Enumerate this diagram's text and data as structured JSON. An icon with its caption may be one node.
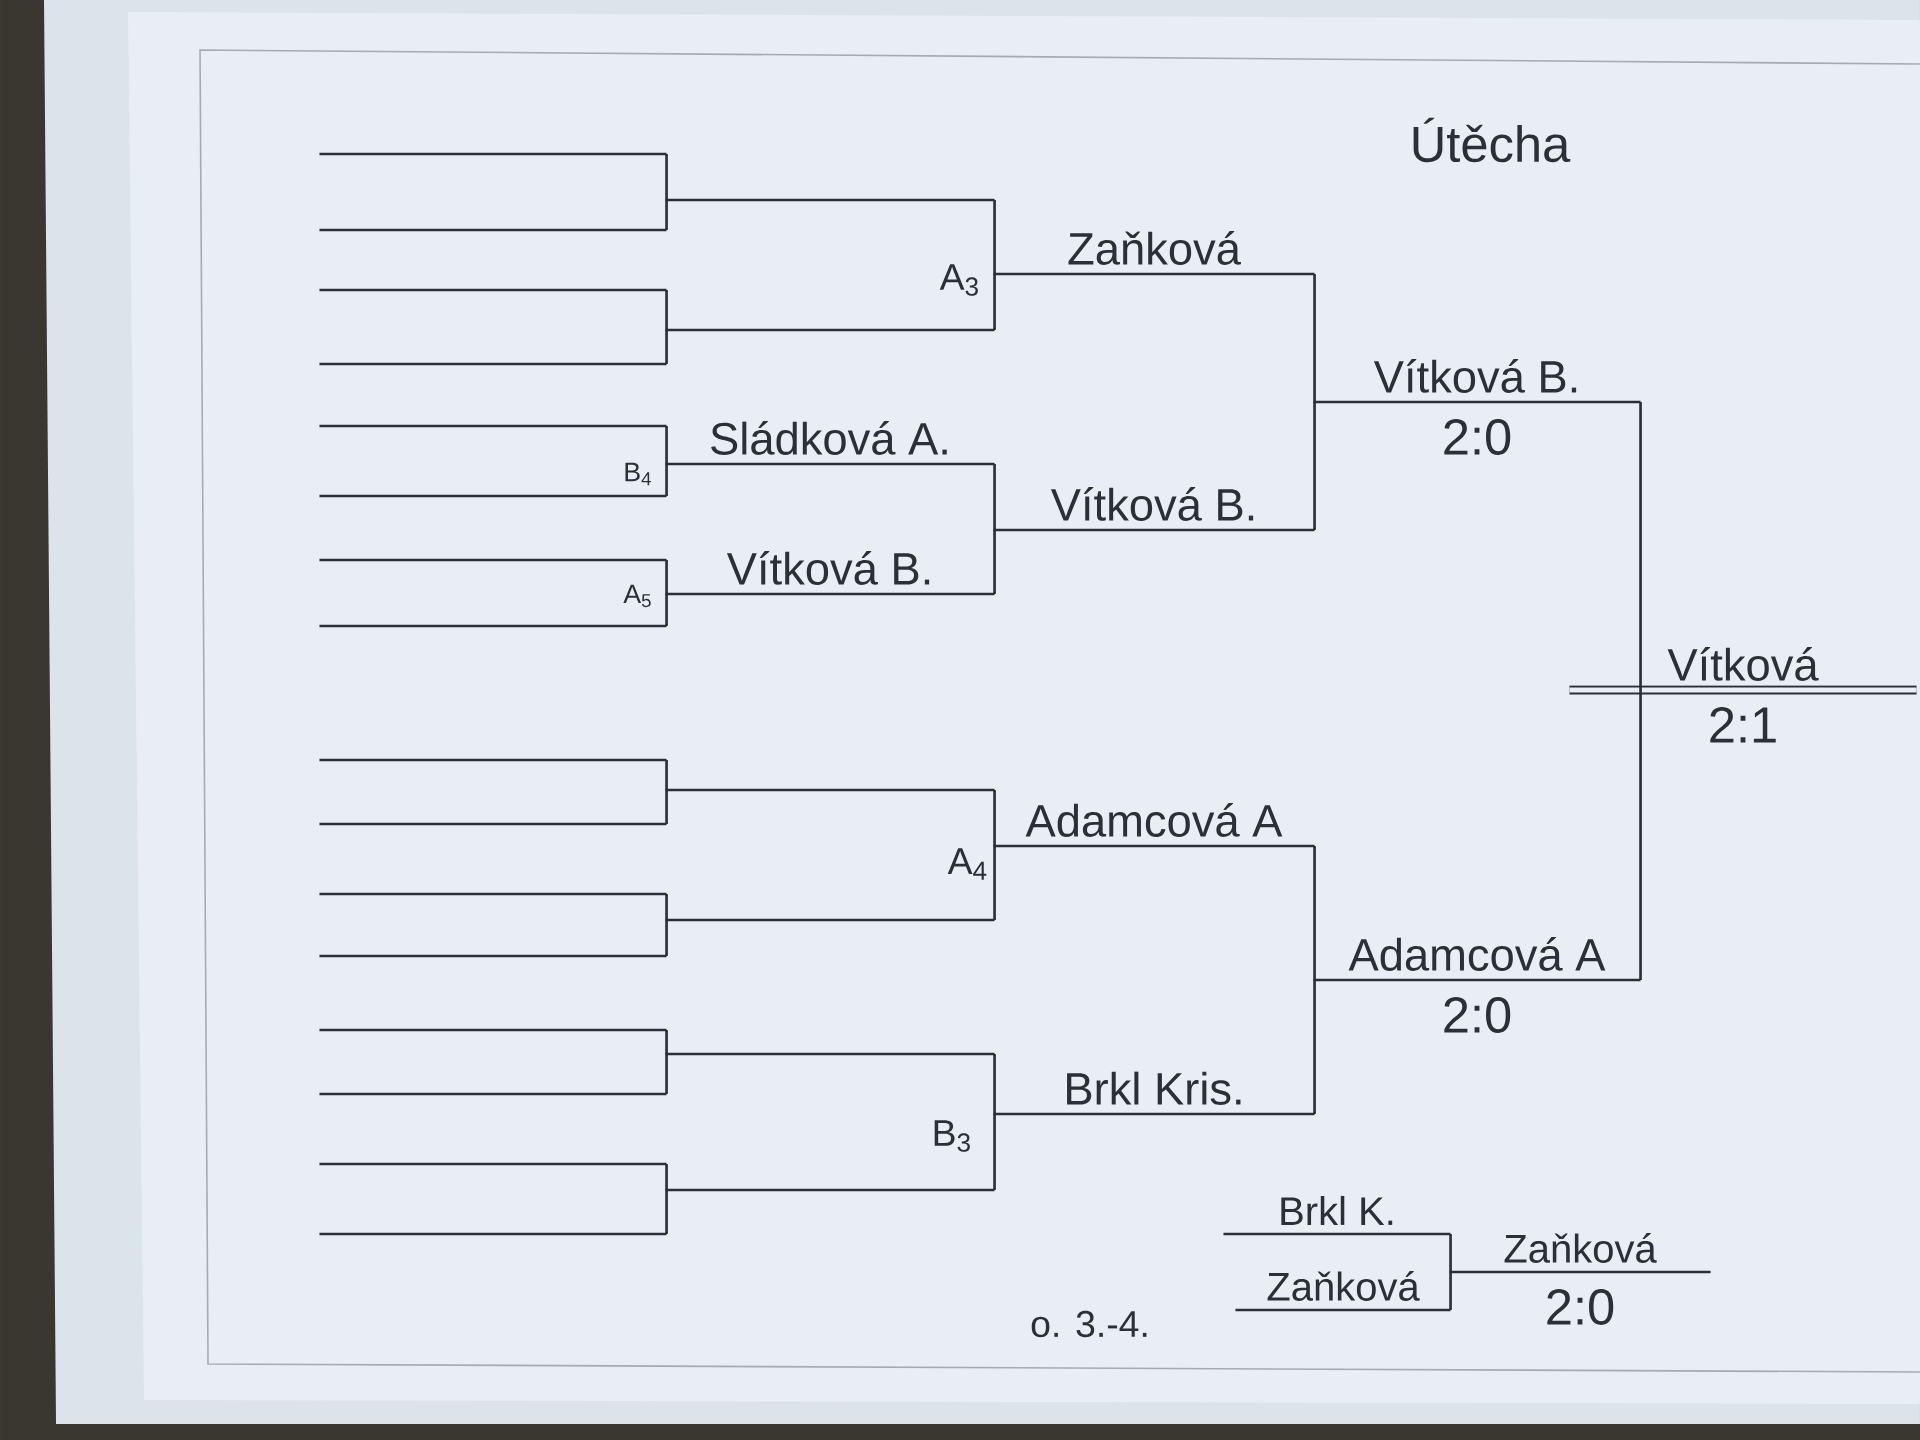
{
  "diagram": {
    "title": "Útěcha",
    "nodes": [
      {
        "text": [],
        "shape": "line"
      },
      {
        "text": [],
        "shape": "line"
      },
      {
        "text": [],
        "shape": "line"
      },
      {
        "text": [],
        "shape": "line"
      },
      {
        "text": [],
        "shape": "line"
      },
      {
        "text": [],
        "shape": "line"
      },
      {
        "text": [],
        "shape": "line"
      },
      {
        "text": [],
        "shape": "line"
      },
      {
        "text": [],
        "shape": "line"
      },
      {
        "text": [],
        "shape": "line"
      },
      {
        "text": [],
        "shape": "line"
      },
      {
        "text": [],
        "shape": "line"
      },
      {
        "text": [],
        "shape": "line"
      },
      {
        "text": [],
        "shape": "line"
      },
      {
        "text": [],
        "shape": "line"
      },
      {
        "text": [],
        "shape": "line"
      },
      {
        "text": [],
        "shape": "line"
      },
      {
        "text": [],
        "shape": "line"
      },
      {
        "text": [
          "Sládková A."
        ]
      },
      {
        "text": [
          "Vítková B."
        ]
      },
      {
        "text": [],
        "shape": "line"
      },
      {
        "text": [],
        "shape": "line"
      },
      {
        "text": [],
        "shape": "line"
      },
      {
        "text": [],
        "shape": "line"
      },
      {
        "text": [
          "Zaňková"
        ]
      },
      {
        "text": [
          "Vítková B."
        ]
      },
      {
        "text": [
          "Adamcová A"
        ]
      },
      {
        "text": [
          "Brkl Kris."
        ]
      },
      {
        "text": [
          "Vítková B.",
          "2:0"
        ]
      },
      {
        "text": [
          "Adamcová A",
          "2:0"
        ]
      },
      {
        "text": [
          "Vítková",
          "2:1"
        ]
      },
      {
        "text": [
          "Brkl K."
        ]
      },
      {
        "text": [
          "Zaňková"
        ]
      },
      {
        "text": [
          "Zaňková",
          "2:0"
        ]
      }
    ],
    "edges": [
      {
        "from": 0,
        "to": 16,
        "arrow": "none"
      },
      {
        "from": 1,
        "to": 16,
        "arrow": "none"
      },
      {
        "from": 2,
        "to": 17,
        "arrow": "none"
      },
      {
        "from": 3,
        "to": 17,
        "arrow": "none"
      },
      {
        "from": 4,
        "to": 18,
        "arrow": "none"
      },
      {
        "from": 5,
        "to": 18,
        "arrow": "none"
      },
      {
        "from": 6,
        "to": 19,
        "arrow": "none"
      },
      {
        "from": 7,
        "to": 19,
        "arrow": "none"
      },
      {
        "from": 8,
        "to": 20,
        "arrow": "none"
      },
      {
        "from": 9,
        "to": 20,
        "arrow": "none"
      },
      {
        "from": 10,
        "to": 21,
        "arrow": "none"
      },
      {
        "from": 11,
        "to": 21,
        "arrow": "none"
      },
      {
        "from": 12,
        "to": 22,
        "arrow": "none"
      },
      {
        "from": 13,
        "to": 22,
        "arrow": "none"
      },
      {
        "from": 14,
        "to": 23,
        "arrow": "none"
      },
      {
        "from": 15,
        "to": 23,
        "arrow": "none"
      },
      {
        "from": 16,
        "to": 24,
        "arrow": "none"
      },
      {
        "from": 17,
        "to": 24,
        "arrow": "none"
      },
      {
        "from": 18,
        "to": 25,
        "arrow": "none"
      },
      {
        "from": 19,
        "to": 25,
        "arrow": "none"
      },
      {
        "from": 20,
        "to": 26,
        "arrow": "none"
      },
      {
        "from": 21,
        "to": 26,
        "arrow": "none"
      },
      {
        "from": 22,
        "to": 27,
        "arrow": "none"
      },
      {
        "from": 23,
        "to": 27,
        "arrow": "none"
      },
      {
        "from": 24,
        "to": 28,
        "arrow": "none"
      },
      {
        "from": 25,
        "to": 28,
        "arrow": "none"
      },
      {
        "from": 26,
        "to": 29,
        "arrow": "none"
      },
      {
        "from": 27,
        "to": 29,
        "arrow": "none"
      },
      {
        "from": 28,
        "to": 30,
        "arrow": "none"
      },
      {
        "from": 29,
        "to": 30,
        "arrow": "none"
      },
      {
        "from": 31,
        "to": 33,
        "arrow": "none"
      },
      {
        "from": 32,
        "to": 33,
        "arrow": "none"
      }
    ],
    "labels": [
      "A$_{3}$",
      "B$_{4}$",
      "A$_{5}$",
      "A$_{4}$",
      "B$_{3}$",
      "o. 3.-4."
    ]
  }
}
